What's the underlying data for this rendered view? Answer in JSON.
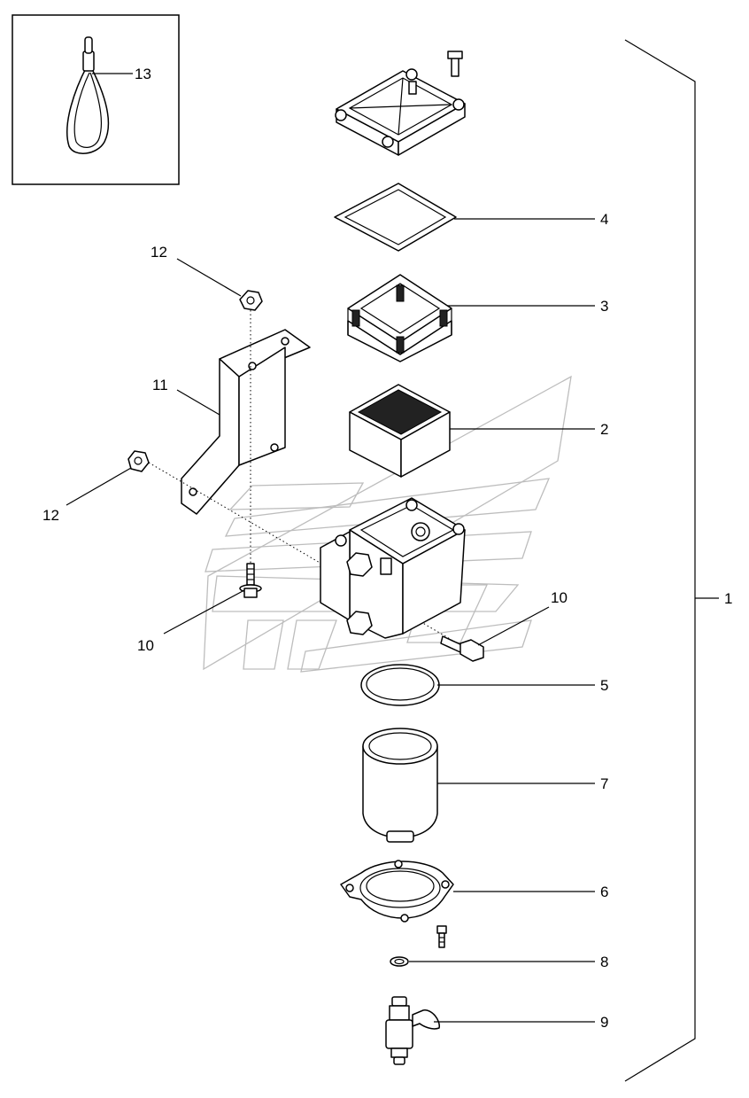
{
  "callouts": {
    "c13": "13",
    "c4": "4",
    "c12a": "12",
    "c3": "3",
    "c11": "11",
    "c2": "2",
    "c12b": "12",
    "c10a": "10",
    "c1": "1",
    "c10b": "10",
    "c5": "5",
    "c7": "7",
    "c6": "6",
    "c8": "8",
    "c9": "9"
  }
}
